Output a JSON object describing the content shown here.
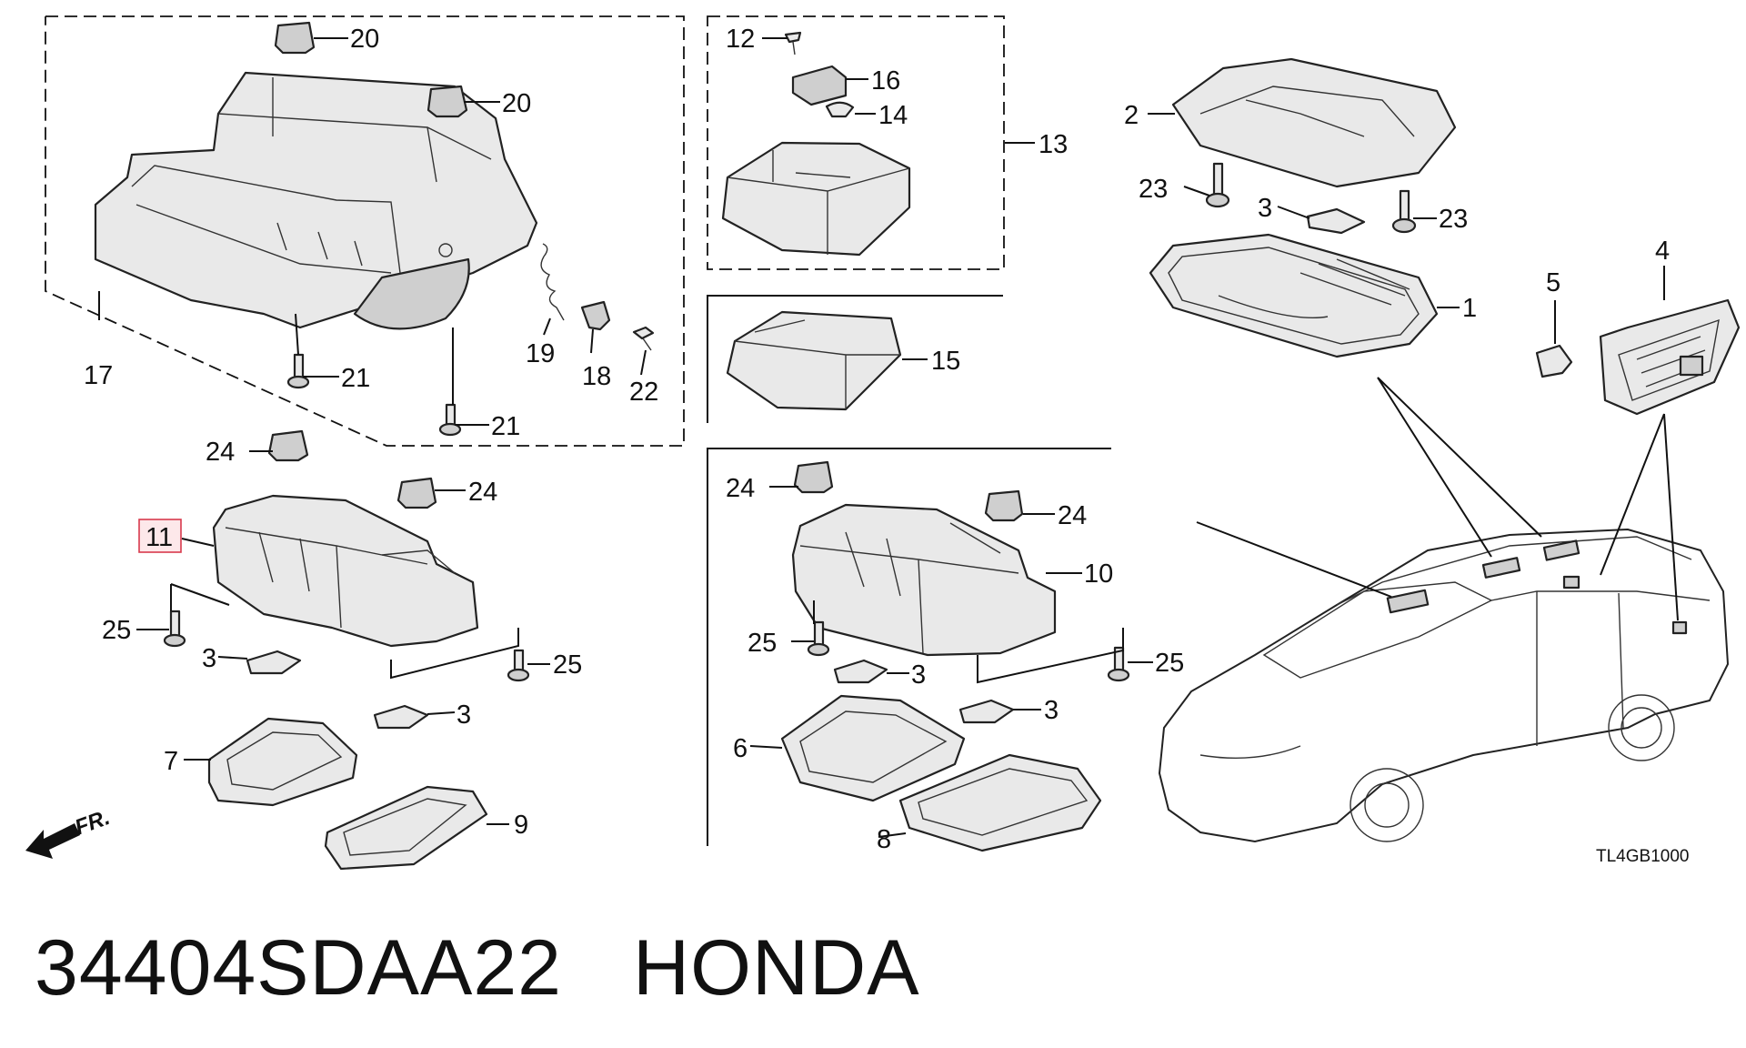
{
  "callouts": {
    "c1": "1",
    "c2": "2",
    "c3a": "3",
    "c3b": "3",
    "c3c": "3",
    "c3d": "3",
    "c3e": "3",
    "c4": "4",
    "c5": "5",
    "c6": "6",
    "c7": "7",
    "c8": "8",
    "c9": "9",
    "c10": "10",
    "c11": "11",
    "c12": "12",
    "c13": "13",
    "c14": "14",
    "c15": "15",
    "c16": "16",
    "c17": "17",
    "c18": "18",
    "c19": "19",
    "c20a": "20",
    "c20b": "20",
    "c21a": "21",
    "c21b": "21",
    "c22": "22",
    "c23a": "23",
    "c23b": "23",
    "c24a": "24",
    "c24b": "24",
    "c24c": "24",
    "c24d": "24",
    "c25a": "25",
    "c25b": "25",
    "c25c": "25",
    "c25d": "25"
  },
  "direction_label": "FR.",
  "drawing_code": "TL4GB1000",
  "highlighted_callout": "11",
  "caption": {
    "part_number": "34404SDAA22",
    "brand": "HONDA"
  },
  "colors": {
    "highlight": "#d83a4c",
    "line": "#111111"
  }
}
